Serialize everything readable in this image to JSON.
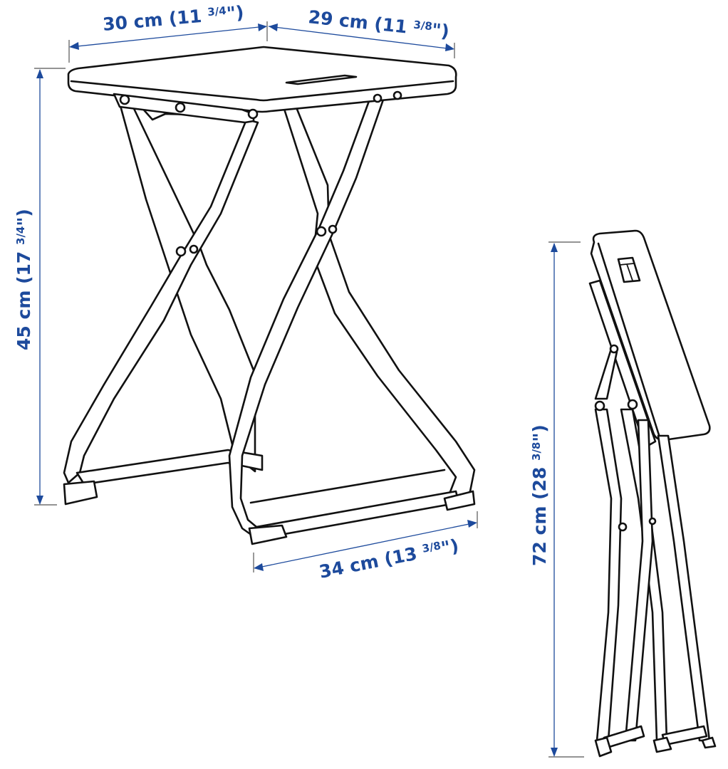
{
  "product": {
    "views": [
      "unfolded-stool",
      "folded-stool"
    ]
  },
  "dimensions": {
    "seat_width": {
      "cm": "30 cm",
      "open": "(11 ",
      "frac": "3/4",
      "close": "\")"
    },
    "seat_depth": {
      "cm": "29 cm",
      "open": "(11 ",
      "frac": "3/8",
      "close": "\")"
    },
    "height": {
      "cm": "45 cm",
      "open": "(17 ",
      "frac": "3/4",
      "close": "\")"
    },
    "base_depth": {
      "cm": "34 cm",
      "open": "(13 ",
      "frac": "3/8",
      "close": "\")"
    },
    "folded_height": {
      "cm": "72 cm",
      "open": "(28 ",
      "frac": "3/8",
      "close": "\")"
    }
  },
  "colors": {
    "dimension": "#1d4a9c",
    "line_art": "#111111",
    "background": "#ffffff"
  }
}
